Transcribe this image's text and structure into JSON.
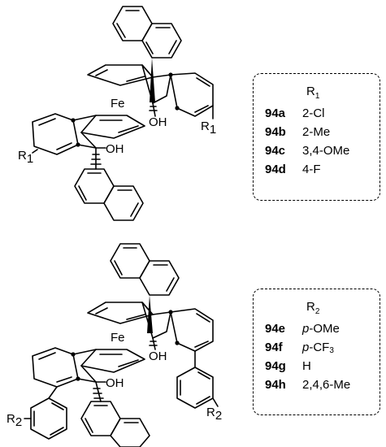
{
  "molecule_top": {
    "metal": "Fe",
    "hydroxyl_upper": "OH",
    "hydroxyl_lower": "OH",
    "substituent_upper": "R",
    "substituent_upper_sub": "1",
    "substituent_lower": "R",
    "substituent_lower_sub": "1"
  },
  "molecule_bottom": {
    "metal": "Fe",
    "hydroxyl_upper": "OH",
    "hydroxyl_lower": "OH",
    "substituent_upper": "R",
    "substituent_upper_sub": "2",
    "substituent_lower": "R",
    "substituent_lower_sub": "2"
  },
  "table_top": {
    "header": "R",
    "header_sub": "1",
    "rows": [
      {
        "id": "94a",
        "value": "2-Cl"
      },
      {
        "id": "94b",
        "value": "2-Me"
      },
      {
        "id": "94c",
        "value": "3,4-OMe"
      },
      {
        "id": "94d",
        "value": "4-F"
      }
    ]
  },
  "table_bottom": {
    "header": "R",
    "header_sub": "2",
    "rows": [
      {
        "id": "94e",
        "prefix": "p",
        "value": "-OMe",
        "sub": ""
      },
      {
        "id": "94f",
        "prefix": "p",
        "value": "-CF",
        "sub": "3"
      },
      {
        "id": "94g",
        "prefix": "",
        "value": "H",
        "sub": ""
      },
      {
        "id": "94h",
        "prefix": "",
        "value": "2,4,6-Me",
        "sub": ""
      }
    ]
  }
}
